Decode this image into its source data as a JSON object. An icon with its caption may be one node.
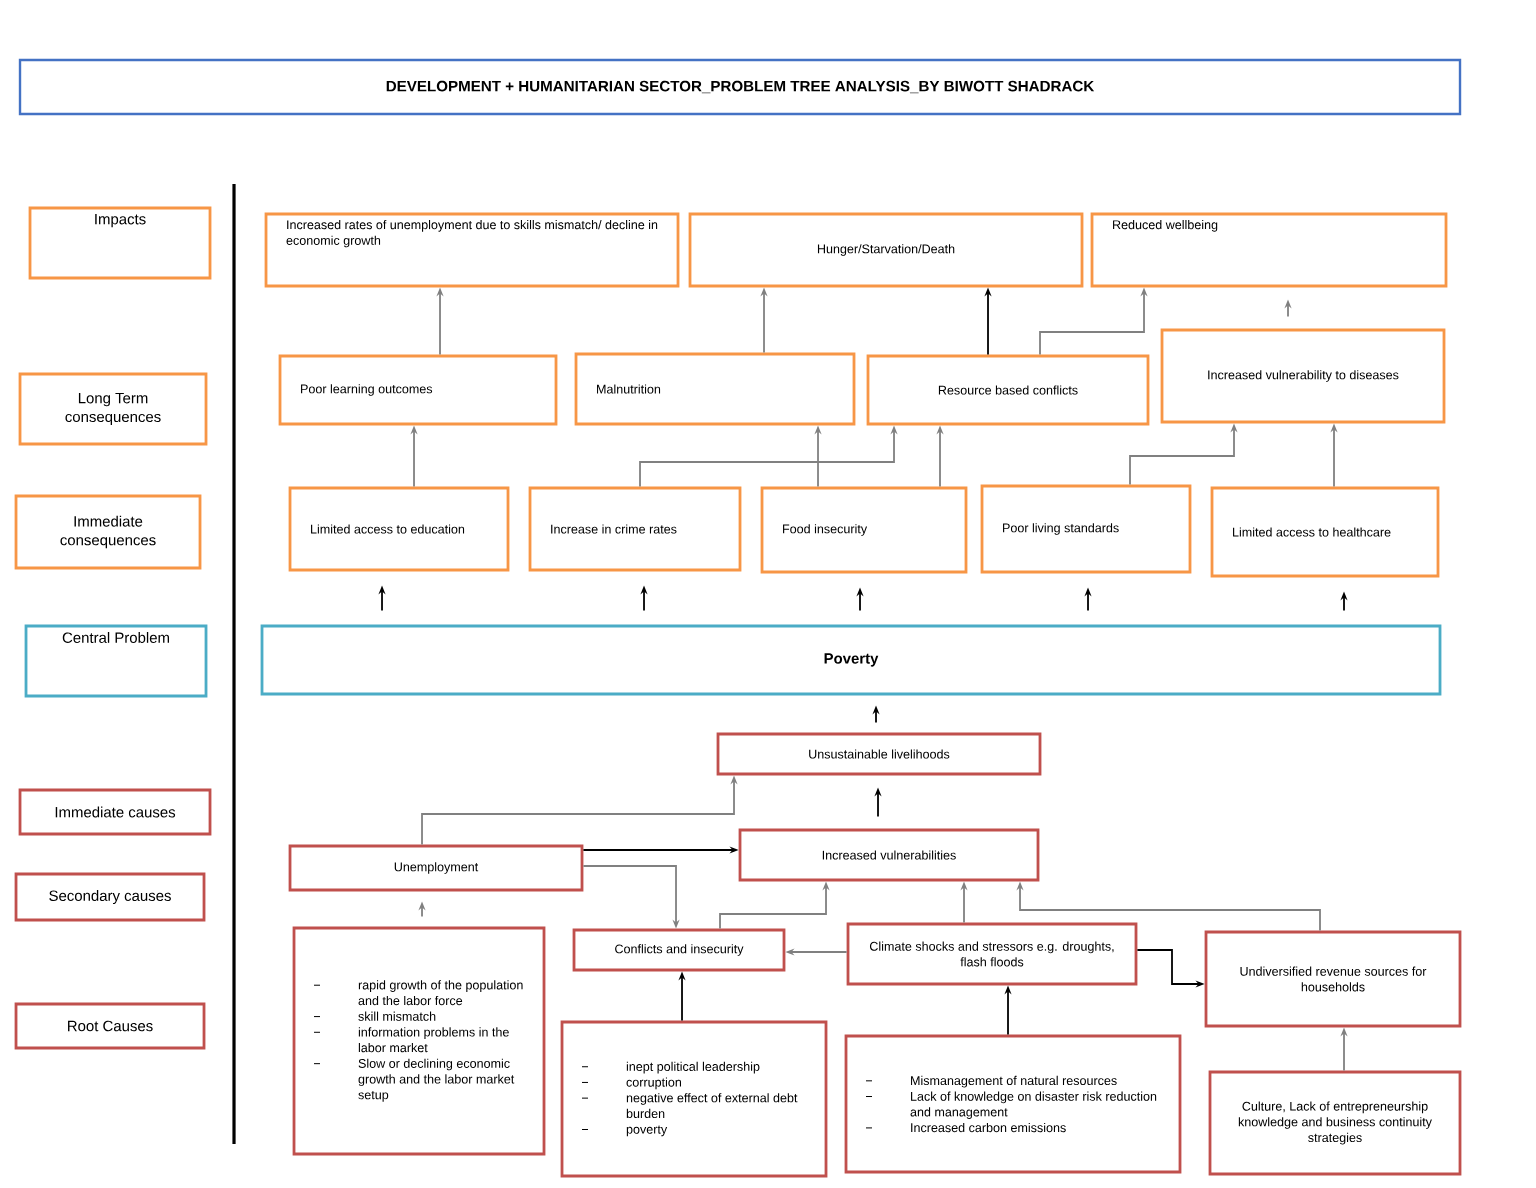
{
  "diagram": {
    "title": "DEVELOPMENT + HUMANITARIAN SECTOR_PROBLEM TREE ANALYSIS_BY BIWOTT SHADRACK",
    "nodes": [
      {
        "text": [
          "Impacts"
        ]
      },
      {
        "text": [
          "Long Term consequences"
        ]
      },
      {
        "text": [
          "Immediate consequences"
        ]
      },
      {
        "text": [
          "Central Problem"
        ]
      },
      {
        "text": [
          "Immediate causes"
        ]
      },
      {
        "text": [
          "Secondary causes"
        ]
      },
      {
        "text": [
          "Root Causes"
        ]
      },
      {
        "text": [
          "Increased rates of unemployment due to skills mismatch/ decline in economic growth"
        ]
      },
      {
        "text": [
          "Hunger/Starvation/Death"
        ]
      },
      {
        "text": [
          "Reduced wellbeing"
        ]
      },
      {
        "text": [
          "Poor learning outcomes"
        ]
      },
      {
        "text": [
          "Malnutrition"
        ]
      },
      {
        "text": [
          "Resource based conflicts"
        ]
      },
      {
        "text": [
          "Increased vulnerability to diseases"
        ]
      },
      {
        "text": [
          "Limited access to education"
        ]
      },
      {
        "text": [
          "Increase in crime rates"
        ]
      },
      {
        "text": [
          "Food insecurity"
        ]
      },
      {
        "text": [
          "Poor living standards"
        ]
      },
      {
        "text": [
          "Limited access to healthcare"
        ]
      },
      {
        "text": [
          "Poverty"
        ]
      },
      {
        "text": [
          "Unsustainable livelihoods"
        ]
      },
      {
        "text": [
          "Increased vulnerabilities"
        ]
      },
      {
        "text": [
          "Unemployment"
        ]
      },
      {
        "text": [
          "Conflicts and insecurity"
        ]
      },
      {
        "text": [
          "Climate shocks and stressors e.g. droughts, flash floods"
        ]
      },
      {
        "text": [
          "Undiversified revenue sources for households"
        ]
      },
      {
        "text": [
          "rapid growth of the population and the labor force",
          "skill mismatch",
          "information problems in the labor market",
          "Slow or declining economic growth and the labor market setup"
        ]
      },
      {
        "text": [
          "inept political leadership",
          "corruption",
          "negative effect of external debt burden",
          "poverty"
        ]
      },
      {
        "text": [
          "Mismanagement of natural resources",
          "Lack of knowledge on disaster risk reduction and management",
          "Increased carbon emissions"
        ]
      },
      {
        "text": [
          "Culture, Lack of entrepreneurship knowledge and business continuity strategies"
        ]
      }
    ],
    "edges": [
      {
        "from": 14,
        "to": 10,
        "arrow": "to"
      },
      {
        "from": 10,
        "to": 7,
        "arrow": "to"
      },
      {
        "from": 11,
        "to": 8,
        "arrow": "to"
      },
      {
        "from": 12,
        "to": 8,
        "arrow": "to",
        "color": "#000000"
      },
      {
        "from": 12,
        "to": 9,
        "arrow": "to"
      },
      {
        "from": 13,
        "to": 9,
        "arrow": "to"
      },
      {
        "from": 15,
        "to": 12,
        "arrow": "to"
      },
      {
        "from": 16,
        "to": 11,
        "arrow": "to"
      },
      {
        "from": 16,
        "to": 12,
        "arrow": "to"
      },
      {
        "from": 17,
        "to": 13,
        "arrow": "to"
      },
      {
        "from": 18,
        "to": 13,
        "arrow": "to"
      },
      {
        "from": 19,
        "to": 14,
        "arrow": "to",
        "color": "#000000"
      },
      {
        "from": 19,
        "to": 15,
        "arrow": "to",
        "color": "#000000"
      },
      {
        "from": 19,
        "to": 16,
        "arrow": "to",
        "color": "#000000"
      },
      {
        "from": 19,
        "to": 17,
        "arrow": "to",
        "color": "#000000"
      },
      {
        "from": 19,
        "to": 18,
        "arrow": "to",
        "color": "#000000"
      },
      {
        "from": 20,
        "to": 19,
        "arrow": "to",
        "color": "#000000"
      },
      {
        "from": 21,
        "to": 20,
        "arrow": "to",
        "color": "#000000"
      },
      {
        "from": 22,
        "to": 20,
        "arrow": "to"
      },
      {
        "from": 22,
        "to": 21,
        "arrow": "to",
        "color": "#000000"
      },
      {
        "from": 22,
        "to": 23,
        "arrow": "to"
      },
      {
        "from": 23,
        "to": 21,
        "arrow": "to"
      },
      {
        "from": 24,
        "to": 21,
        "arrow": "to"
      },
      {
        "from": 24,
        "to": 23,
        "arrow": "to"
      },
      {
        "from": 24,
        "to": 25,
        "arrow": "to",
        "color": "#000000"
      },
      {
        "from": 25,
        "to": 21,
        "arrow": "to"
      },
      {
        "from": 26,
        "to": 22,
        "arrow": "to"
      },
      {
        "from": 27,
        "to": 23,
        "arrow": "to",
        "color": "#000000"
      },
      {
        "from": 28,
        "to": 24,
        "arrow": "to",
        "color": "#000000"
      },
      {
        "from": 29,
        "to": 25,
        "arrow": "to"
      }
    ]
  }
}
